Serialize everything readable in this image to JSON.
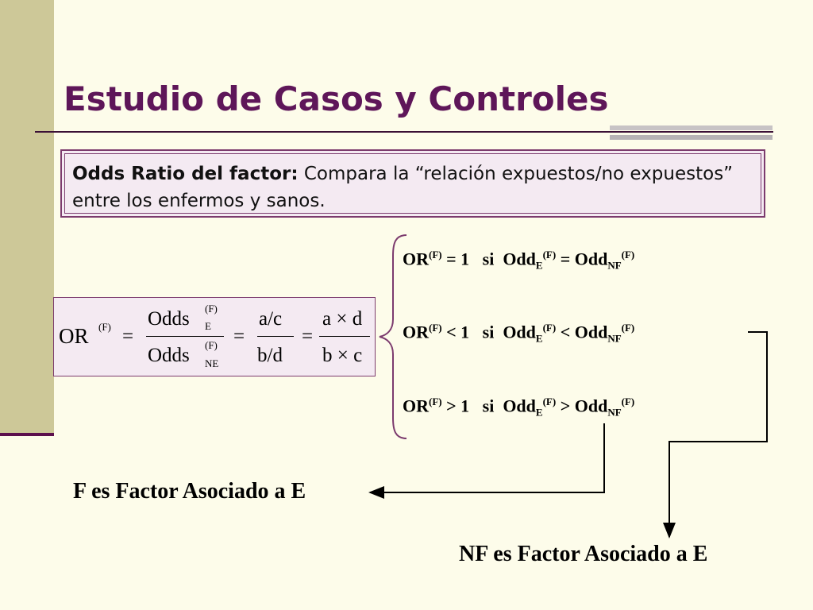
{
  "title": "Estudio de Casos y Controles",
  "definition": {
    "term": "Odds Ratio del factor:",
    "text": " Compara la “relación expuestos/no expuestos” entre los enfermos y sanos."
  },
  "formula": {
    "lhs": "OR",
    "lhs_sup": "(F)",
    "eq": "=",
    "frac1_num": "Odds",
    "frac1_num_sup": "(F)",
    "frac1_num_sub": "E",
    "frac1_den": "Odds",
    "frac1_den_sup": "(F)",
    "frac1_den_sub": "NE",
    "frac2_num": "a/c",
    "frac2_den": "b/d",
    "frac3_num": "a × d",
    "frac3_den": "b × c"
  },
  "conditions": [
    {
      "or": "OR",
      "f": "(F)",
      "rel": " = 1   si  Odd",
      "e_sub": "E",
      "f2": "(F)",
      "rel2": " = Odd",
      "nf_sub": "NF",
      "f3": "(F)"
    },
    {
      "or": "OR",
      "f": "(F)",
      "rel": " < 1   si  Odd",
      "e_sub": "E",
      "f2": "(F)",
      "rel2": " < Odd",
      "nf_sub": "NF",
      "f3": "(F)"
    },
    {
      "or": "OR",
      "f": "(F)",
      "rel": " > 1   si  Odd",
      "e_sub": "E",
      "f2": "(F)",
      "rel2": " > Odd",
      "nf_sub": "NF",
      "f3": "(F)"
    }
  ],
  "conclusions": {
    "f_factor": "F es Factor Asociado a E",
    "nf_factor": "NF es Factor Asociado a E"
  },
  "colors": {
    "title": "#5e1659",
    "background": "#fdfcea",
    "sidebar": "#cdc898",
    "box_fill": "#f4eaf2",
    "box_border": "#7c3b6e"
  }
}
